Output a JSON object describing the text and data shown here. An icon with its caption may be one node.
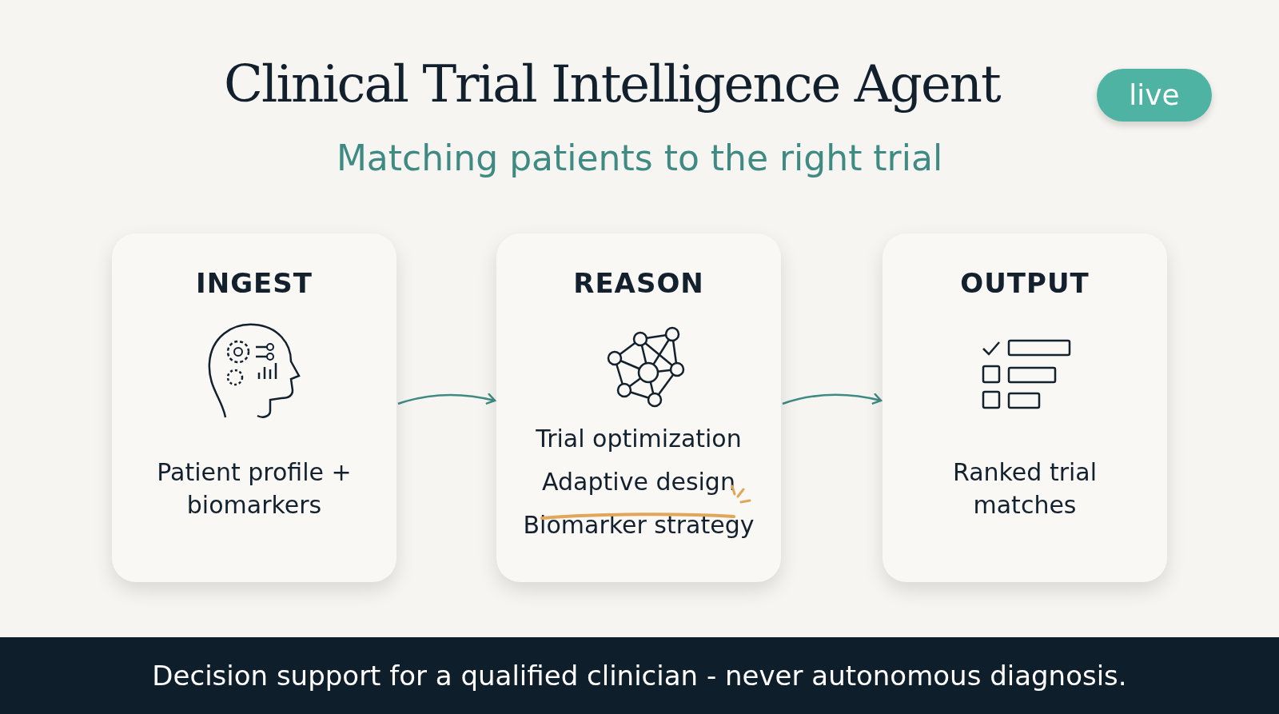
{
  "diagram": {
    "title": "Clinical Trial Intelligence Agent",
    "caption": "Decision support for a qualified clinician - never autonomous diagnosis.",
    "nodes": [
      {
        "text": [
          "INGEST",
          "Patient profile + biomarkers"
        ]
      },
      {
        "text": [
          "REASON",
          "Trial optimization",
          "Adaptive design",
          "Biomarker strategy"
        ]
      },
      {
        "text": [
          "OUTPUT",
          "Ranked trial matches"
        ]
      }
    ],
    "edges": [
      {
        "from": 0,
        "to": 1,
        "arrow": "to"
      },
      {
        "from": 1,
        "to": 2,
        "arrow": "to"
      }
    ],
    "labels": [
      "live",
      "Matching patients to the right trial"
    ]
  }
}
